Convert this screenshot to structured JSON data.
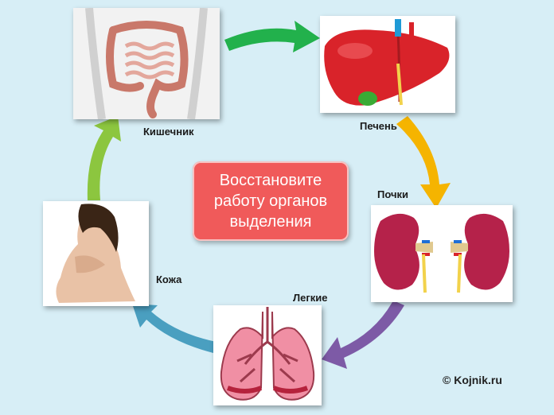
{
  "organs": {
    "intestine": "Кишечник",
    "liver": "Печень",
    "kidneys": "Почки",
    "lungs": "Легкие",
    "skin": "Кожа"
  },
  "center": {
    "line1": "Восстановите",
    "line2": "работу органов",
    "line3": "выделения"
  },
  "copyright": "© Kojnik.ru",
  "colors": {
    "arrow_green_dark": "#22b14c",
    "arrow_orange": "#f5b400",
    "arrow_purple": "#7d5aa6",
    "arrow_blue": "#4a9fc0",
    "arrow_green_light": "#8cc63f",
    "center_box": "#f05a5a"
  }
}
